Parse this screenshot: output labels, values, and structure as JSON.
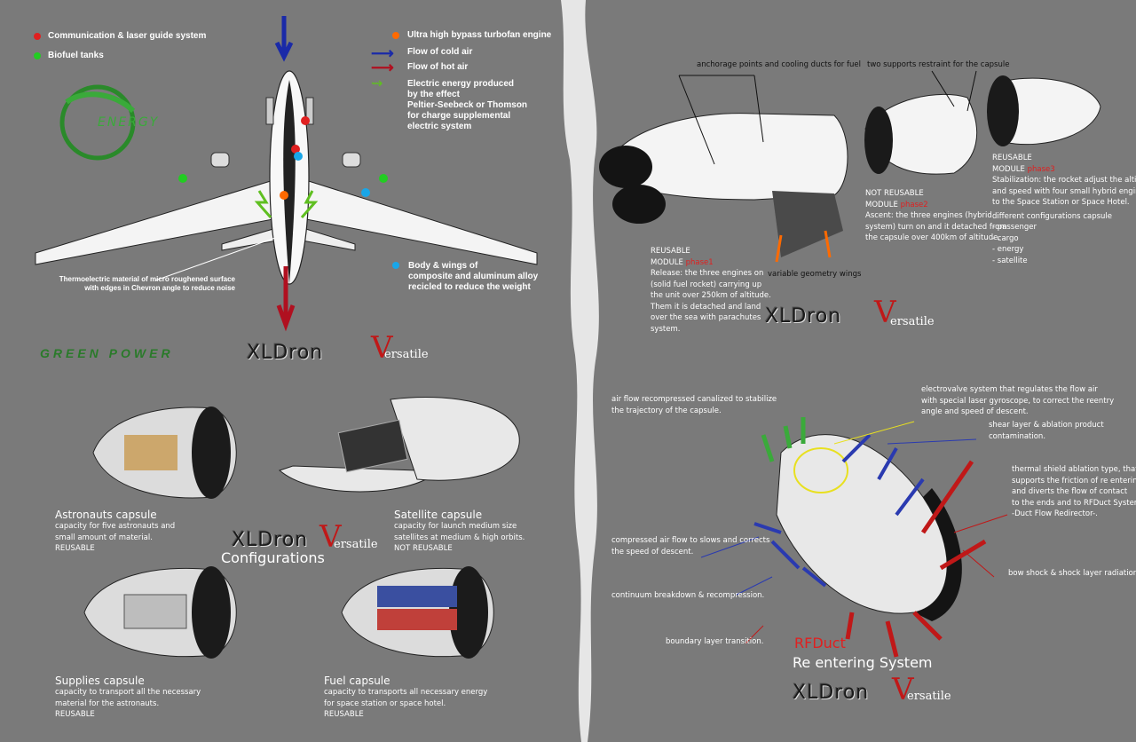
{
  "legend": {
    "comm": "Communication & laser guide system",
    "biofuel": "Biofuel tanks",
    "turbofan": "Ultra high bypass turbofan engine",
    "cold_air": "Flow of cold air",
    "hot_air": "Flow of hot air",
    "electric": [
      "Electric energy produced",
      "by the effect",
      "Peltier-Seebeck or Thomson",
      "for charge supplemental",
      "electric system"
    ],
    "body": [
      "Body & wings of",
      "composite and aluminum alloy",
      "recicled to reduce the weight"
    ],
    "thermo": [
      "Thermoelectric material of micro roughened surface",
      "with edges in Chevron angle to reduce noise"
    ]
  },
  "colors": {
    "comm": "#e02020",
    "biofuel": "#22cc22",
    "turbofan": "#ff6a00",
    "cold": "#1a2aa8",
    "hot": "#b01020",
    "body": "#19a6e8",
    "electric": "#5fbf20"
  },
  "logos": {
    "energy": "ENERGY",
    "green_power": "GREEN POWER",
    "xldron": "XLDron",
    "versatile": "ersatile",
    "configurations": "Configurations"
  },
  "capsules": {
    "astronauts": {
      "title": "Astronauts capsule",
      "lines": [
        "capacity for five astronauts and",
        "small amount of material.",
        "REUSABLE"
      ]
    },
    "satellite": {
      "title": "Satellite capsule",
      "lines": [
        "capacity for launch medium size",
        "satellites at medium & high orbits.",
        "NOT REUSABLE"
      ]
    },
    "supplies": {
      "title": "Supplies capsule",
      "lines": [
        "capacity to transport all the necessary",
        "material for the astronauts.",
        "REUSABLE"
      ]
    },
    "fuel": {
      "title": "Fuel capsule",
      "lines": [
        "capacity to transports all necessary energy",
        "for space station or space hotel.",
        "REUSABLE"
      ]
    }
  },
  "rocket": {
    "anchorage": "anchorage points and cooling ducts for fuel",
    "supports": "two supports restraint for the capsule",
    "wings": "variable geometry wings",
    "phase1": {
      "label1": "REUSABLE",
      "label2": "MODULE",
      "phase": "phase1",
      "lines": [
        "Release: the three engines on",
        "(solid fuel rocket) carrying up",
        "the unit over 250km of altitude.",
        "Them it is detached and land",
        "over the sea with parachutes",
        "system."
      ]
    },
    "phase2": {
      "label1": "NOT REUSABLE",
      "label2": "MODULE",
      "phase": "phase2",
      "lines": [
        "Ascent: the three engines (hybrid",
        "system) turn on and it detached from",
        "the capsule over 400km of altitude."
      ]
    },
    "phase3": {
      "label1": "REUSABLE",
      "label2": "MODULE",
      "phase": "phase3",
      "lines": [
        "Stabilization: the rocket adjust the altitude",
        "and speed with four small hybrid engines,",
        "to the Space Station or Space Hotel."
      ],
      "config_title": "different configurations capsule",
      "configs": [
        "- passenger",
        "- cargo",
        "- energy",
        "- satellite"
      ]
    }
  },
  "reentry": {
    "airflow": [
      "air flow recompressed canalized to stabilize",
      "the trajectory of the capsule."
    ],
    "electrovalve": [
      "electrovalve system that regulates the flow air",
      "with special laser gyroscope, to correct the reentry",
      "angle and speed of descent."
    ],
    "shear": [
      "shear layer & ablation product",
      "contamination."
    ],
    "thermal": [
      "thermal shield ablation type, that",
      "supports the friction of re entering",
      "and diverts the flow of contact",
      "to the ends and to RFDuct System",
      "-Duct Flow Redirector-."
    ],
    "compressed": [
      "compressed air flow to slows and corrects",
      "the speed of descent."
    ],
    "bow": "bow shock & shock layer radiation.",
    "continuum": "continuum breakdown & recompression.",
    "boundary": "boundary layer transition.",
    "rfduct": "RFDuct",
    "system": "Re entering System"
  }
}
